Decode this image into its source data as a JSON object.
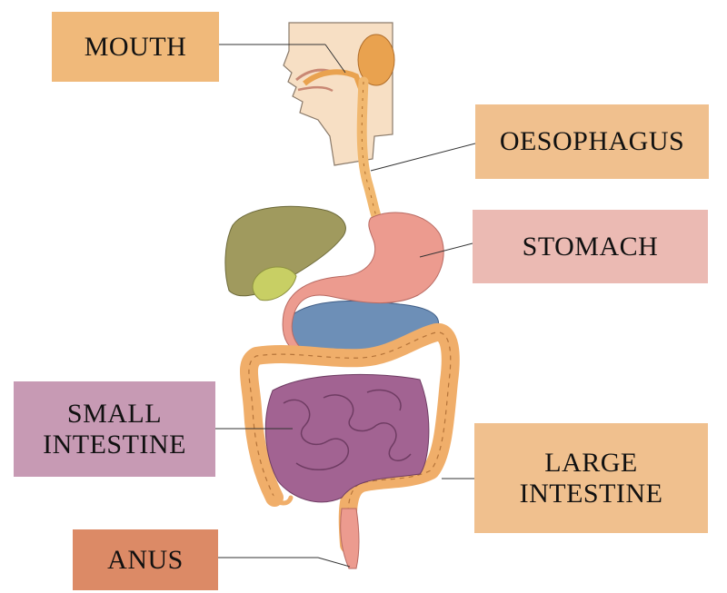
{
  "colors": {
    "mouth": "#f0b97a",
    "oesophagus": "#f0c08e",
    "stomach": "#ebbab3",
    "small_intestine": "#c79ab4",
    "large_intestine": "#f0c08e",
    "anus": "#dc8a66",
    "leader_line": "#333333"
  },
  "labels": {
    "mouth": "MOUTH",
    "oesophagus": "OESOPHAGUS",
    "stomach": "STOMACH",
    "small_intestine": [
      "SMALL",
      "INTESTINE"
    ],
    "large_intestine": [
      "LARGE",
      "INTESTINE"
    ],
    "anus": "ANUS"
  }
}
